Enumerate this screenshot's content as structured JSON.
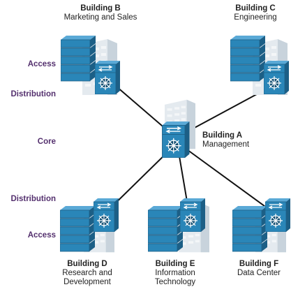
{
  "layers": {
    "access_top": "Access",
    "distribution_top": "Distribution",
    "core": "Core",
    "distribution_bottom": "Distribution",
    "access_bottom": "Access"
  },
  "buildings": {
    "b": {
      "name": "Building B",
      "desc": [
        "Marketing and Sales"
      ]
    },
    "c": {
      "name": "Building C",
      "desc": [
        "Engineering"
      ]
    },
    "a": {
      "name": "Building A",
      "desc": [
        "Management"
      ]
    },
    "d": {
      "name": "Building D",
      "desc": [
        "Research and",
        "Development"
      ]
    },
    "e": {
      "name": "Building E",
      "desc": [
        "Information",
        "Technology"
      ]
    },
    "f": {
      "name": "Building F",
      "desc": [
        "Data Center"
      ]
    }
  },
  "colors": {
    "switch_blue": "#2a86b8",
    "switch_dark": "#1c5f86",
    "building_grey": "#c9d4dd",
    "link": "#111111",
    "layer_text": "#54306e"
  },
  "icons": {
    "stack": "access-switch-stack-icon",
    "l3": "multilayer-switch-icon",
    "building": "building-icon"
  }
}
